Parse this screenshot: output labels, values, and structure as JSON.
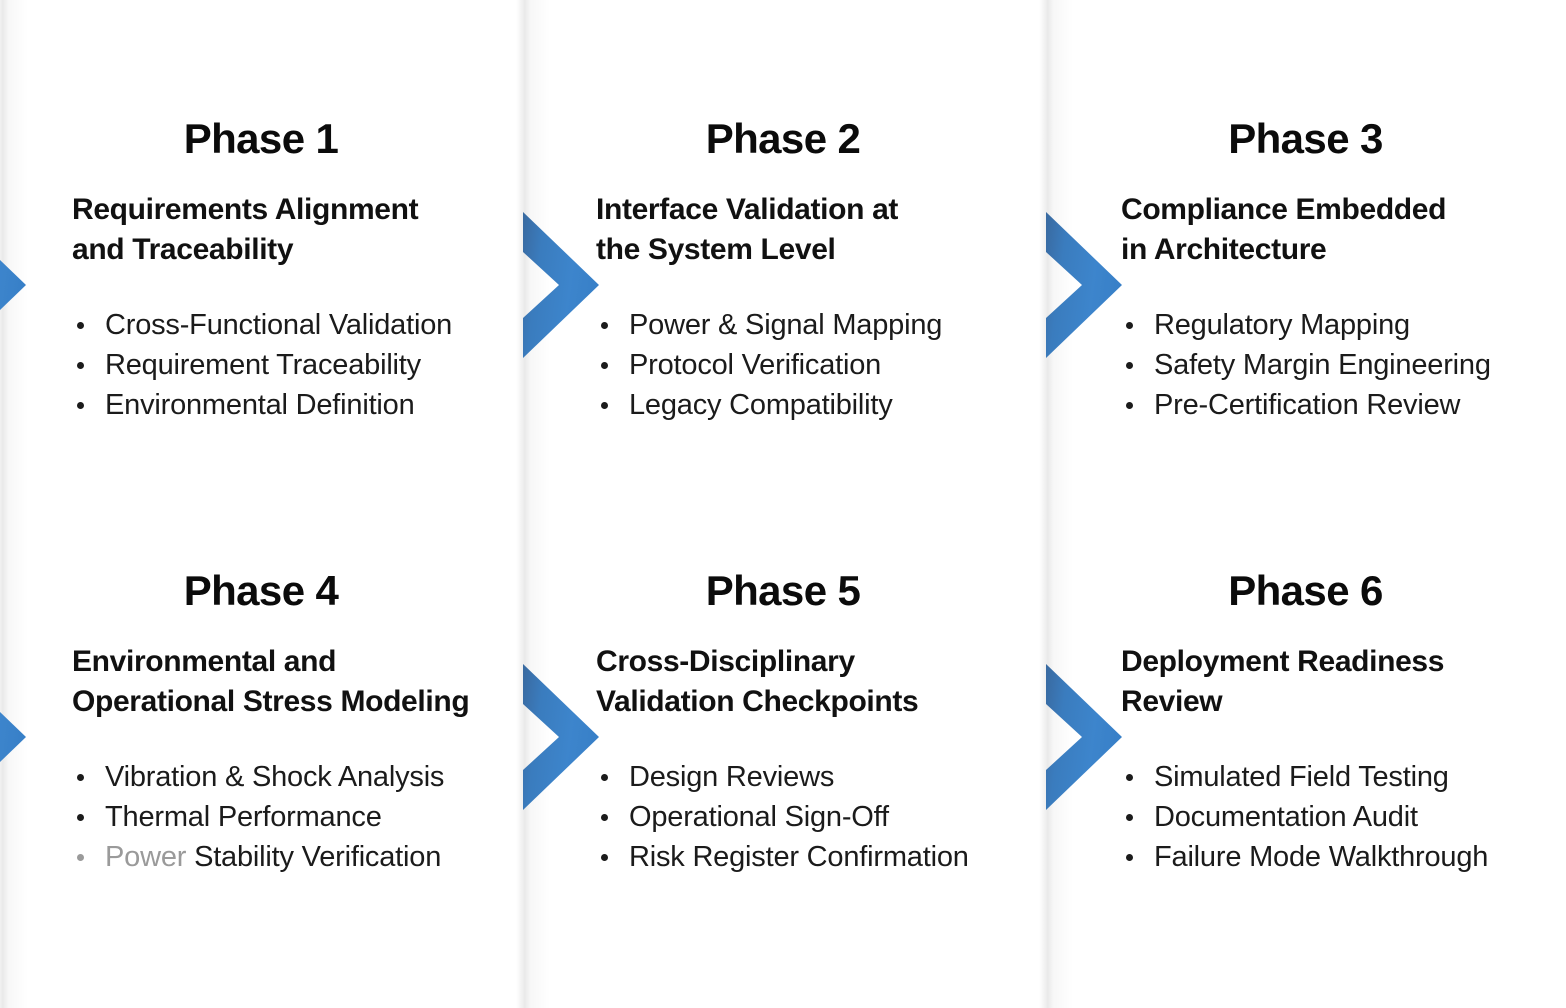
{
  "theme": {
    "page_background": "#fdfdfd",
    "panel_background": "#ffffff",
    "arrow_blue": "#3880c8",
    "arrow_blue_dark": "#3a6fa8",
    "arrow_blue_light": "#4a8fd4",
    "heading_color": "#0b0b0b",
    "subtitle_color": "#111111",
    "bullet_color": "#1b1b1b",
    "dim_color": "#9a9a9a"
  },
  "icons": {
    "chevron": "chevron-right-arrow-icon"
  },
  "phases": [
    {
      "id": "phase-1",
      "title": "Phase 1",
      "subtitle": "Requirements Alignment\nand Traceability",
      "bullets": [
        {
          "text": "Cross-Functional Validation",
          "dim_prefix": ""
        },
        {
          "text": "Requirement Traceability",
          "dim_prefix": ""
        },
        {
          "text": "Environmental Definition",
          "dim_prefix": ""
        }
      ]
    },
    {
      "id": "phase-2",
      "title": "Phase 2",
      "subtitle": "Interface Validation at\nthe System Level",
      "bullets": [
        {
          "text": "Power & Signal Mapping",
          "dim_prefix": ""
        },
        {
          "text": "Protocol Verification",
          "dim_prefix": ""
        },
        {
          "text": "Legacy Compatibility",
          "dim_prefix": ""
        }
      ]
    },
    {
      "id": "phase-3",
      "title": "Phase 3",
      "subtitle": "Compliance Embedded\nin Architecture",
      "bullets": [
        {
          "text": "Regulatory Mapping",
          "dim_prefix": ""
        },
        {
          "text": "Safety Margin Engineering",
          "dim_prefix": ""
        },
        {
          "text": "Pre-Certification Review",
          "dim_prefix": ""
        }
      ]
    },
    {
      "id": "phase-4",
      "title": "Phase 4",
      "subtitle": "Environmental and\nOperational Stress Modeling",
      "bullets": [
        {
          "text": "Vibration & Shock Analysis",
          "dim_prefix": ""
        },
        {
          "text": "Thermal Performance",
          "dim_prefix": ""
        },
        {
          "text": "Stability Verification",
          "dim_prefix": "Power "
        }
      ]
    },
    {
      "id": "phase-5",
      "title": "Phase 5",
      "subtitle": "Cross-Disciplinary\nValidation Checkpoints",
      "bullets": [
        {
          "text": "Design Reviews",
          "dim_prefix": ""
        },
        {
          "text": "Operational Sign-Off",
          "dim_prefix": ""
        },
        {
          "text": "Risk Register Confirmation",
          "dim_prefix": ""
        }
      ]
    },
    {
      "id": "phase-6",
      "title": "Phase 6",
      "subtitle": "Deployment Readiness\nReview",
      "bullets": [
        {
          "text": "Simulated Field Testing",
          "dim_prefix": ""
        },
        {
          "text": "Documentation Audit",
          "dim_prefix": ""
        },
        {
          "text": "Failure Mode Walkthrough",
          "dim_prefix": ""
        }
      ]
    }
  ]
}
